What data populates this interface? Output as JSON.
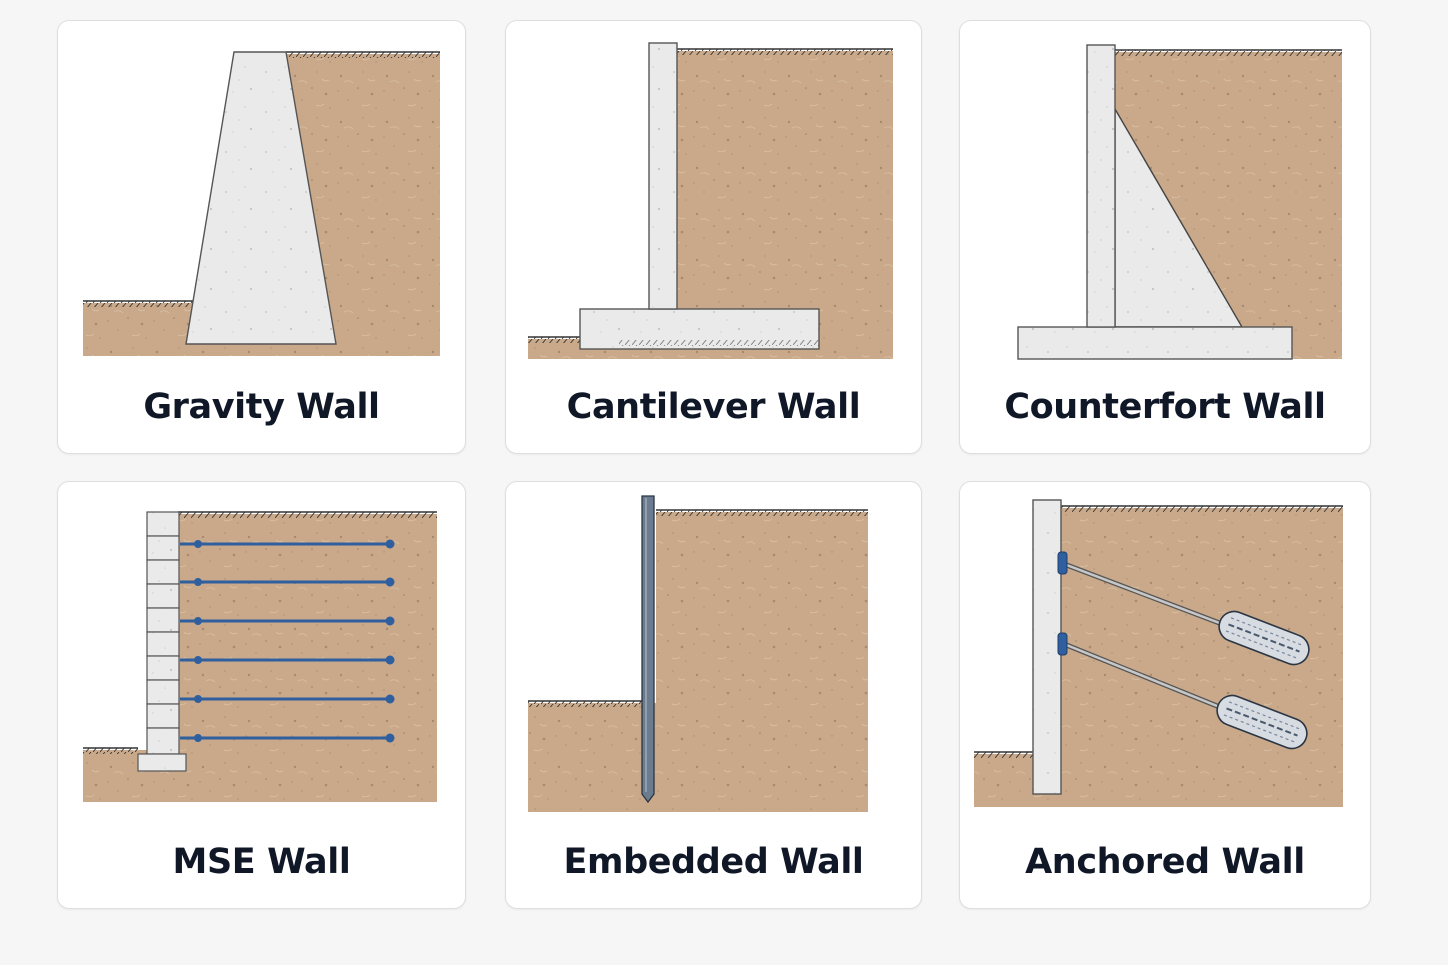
{
  "colors": {
    "page_background": "#f6f6f6",
    "card_background": "#ffffff",
    "soil": "#c9a98a",
    "concrete": "#eaeaea",
    "reinforcement": "#2f5f9e",
    "label_text": "#101828"
  },
  "walls": [
    {
      "label": "Gravity Wall"
    },
    {
      "label": "Cantilever Wall"
    },
    {
      "label": "Counterfort Wall"
    },
    {
      "label": "MSE Wall"
    },
    {
      "label": "Embedded Wall"
    },
    {
      "label": "Anchored Wall"
    }
  ]
}
